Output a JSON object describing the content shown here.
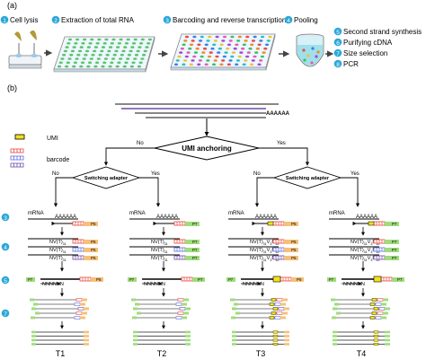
{
  "panel_a": {
    "label": "(a)",
    "steps": [
      {
        "num": "1",
        "text": "Cell lysis"
      },
      {
        "num": "2",
        "text": "Extraction of total RNA"
      },
      {
        "num": "3",
        "text": "Barcoding and reverse transcription"
      },
      {
        "num": "4",
        "text": "Pooling"
      }
    ],
    "post_steps": [
      {
        "num": "5",
        "text": "Second strand synthesis"
      },
      {
        "num": "6",
        "text": "Purifying cDNA"
      },
      {
        "num": "7",
        "text": "Size selection"
      },
      {
        "num": "8",
        "text": "PCR"
      }
    ]
  },
  "panel_b": {
    "label": "(b)",
    "polya": "AAAAAA",
    "legend": {
      "umi": "UMI",
      "barcode": "barcode"
    },
    "decision_main": "UMI anchoring",
    "decision_sub": "Switching adapter",
    "no": "No",
    "yes": "Yes",
    "mrna": "mRNA",
    "oligo_plain": "NV(T)",
    "oligo_plain_sub": "31",
    "oligo_umi": "NV(T)",
    "oligo_umi_sub": "31",
    "oligo_umi_tail": "V",
    "oligo_umi_tail_sub": "3",
    "oligo_umi_n": "N",
    "oligo_umi_n_sub": "10",
    "nnnnnn": "NNNNNN",
    "p5": "P5",
    "p7": "P7",
    "step_markers": [
      "3",
      "4",
      "5",
      "7"
    ],
    "columns": [
      "T1",
      "T2",
      "T3",
      "T4"
    ],
    "colors": {
      "accent": "#2aa7d9",
      "umi": "#f3e11a",
      "purple": "#6f4ba8",
      "p5": "#f6c07a",
      "p7": "#9fdc7c",
      "bc_red": "#e8463c",
      "bc_blue": "#5b6fe0"
    }
  }
}
